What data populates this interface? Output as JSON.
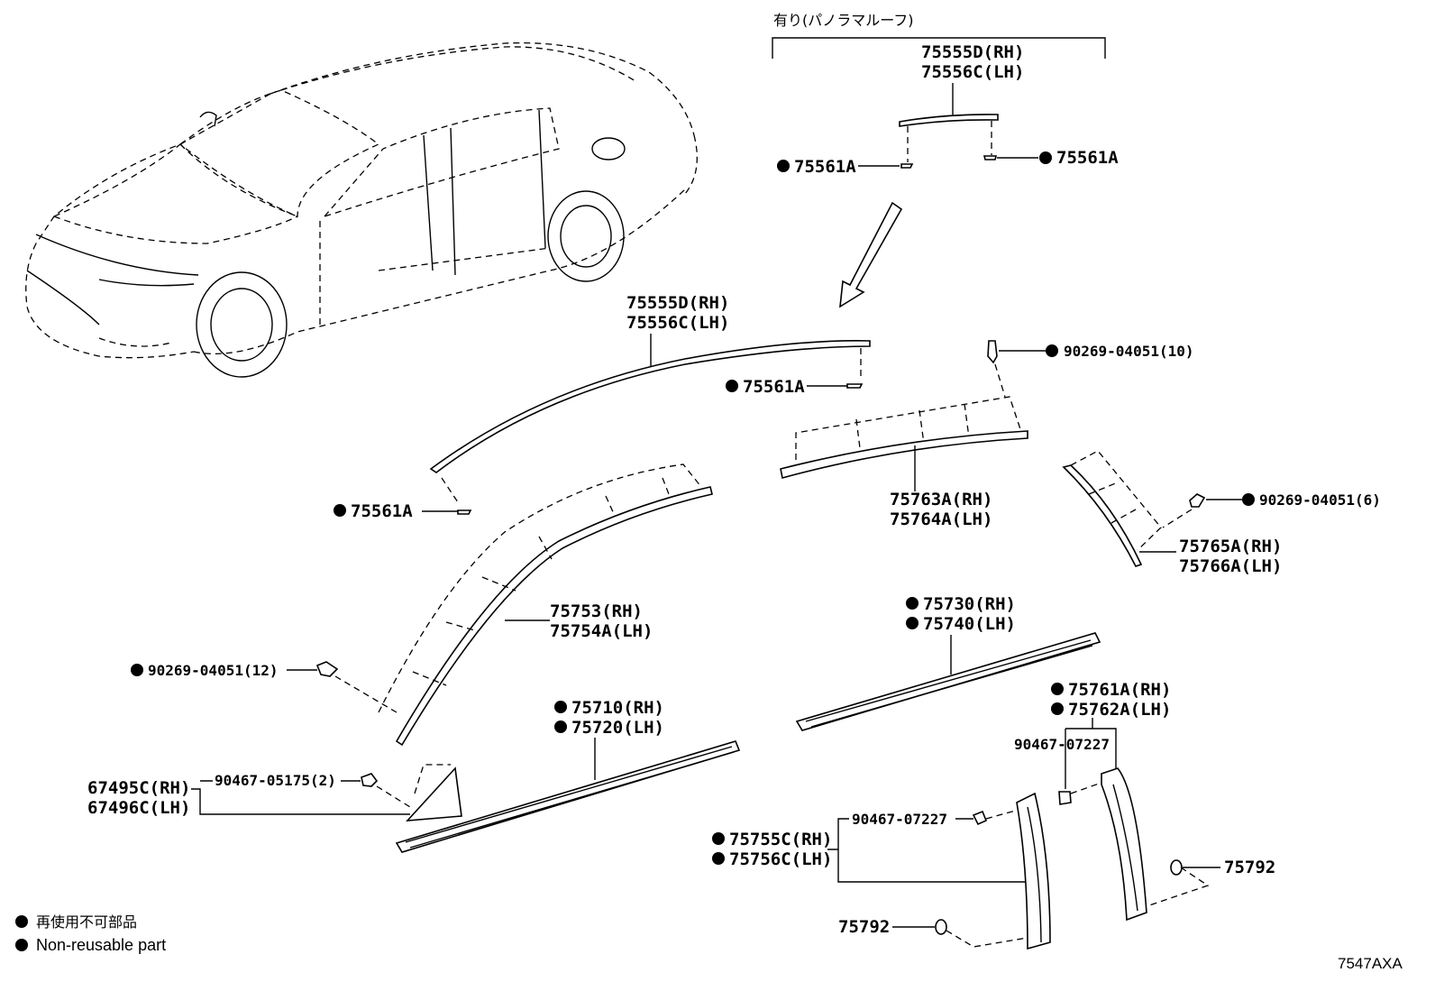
{
  "panorama_group": {
    "label": "有り(パノラマルーフ)",
    "parts": [
      "75555D(RH)",
      "75556C(LH)"
    ]
  },
  "roof_molding": [
    "75555D(RH)",
    "75556C(LH)"
  ],
  "clip_75561a": "75561A",
  "pin_10": "90269-04051(10)",
  "pin_6": "90269-04051(6)",
  "pin_12": "90269-04051(12)",
  "upper_molding": [
    "75763A(RH)",
    "75764A(LH)"
  ],
  "rear_molding": [
    "75765A(RH)",
    "75766A(LH)"
  ],
  "pillar_molding": [
    "75753(RH)",
    "75754A(LH)"
  ],
  "belt_rear": [
    "75730(RH)",
    "75740(LH)"
  ],
  "belt_front": [
    "75710(RH)",
    "75720(LH)"
  ],
  "garnish_rear": [
    "75761A(RH)",
    "75762A(LH)"
  ],
  "clip_07227": "90467-07227",
  "clip_05175": "90467-05175(2)",
  "corner_cover": [
    "67495C(RH)",
    "67496C(LH)"
  ],
  "garnish_center": [
    "75755C(RH)",
    "75756C(LH)"
  ],
  "clip_75792": "75792",
  "legend": {
    "jp": "再使用不可部品",
    "en": "Non-reusable part"
  },
  "diagram_code": "7547AXA"
}
